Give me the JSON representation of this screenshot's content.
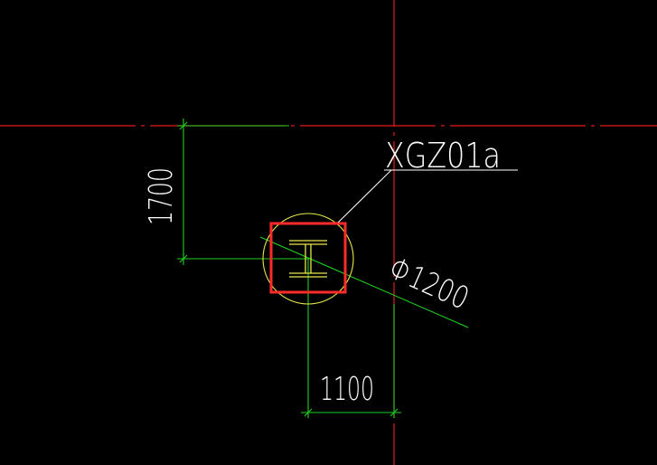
{
  "drawing": {
    "background": "#000000",
    "colors": {
      "axis_line": "#e41b1b",
      "dimension_line": "#1fd11f",
      "column_circle": "#e8e84a",
      "column_box": "#ff2a2a",
      "leader_text": "#ffffff",
      "steel_section": "#e8e84a"
    },
    "column_label": "XGZ01a",
    "column_diameter_label": "Φ1200",
    "dimension_vertical": "1700",
    "dimension_horizontal": "1100",
    "section_icon": "i-beam-section-icon"
  }
}
